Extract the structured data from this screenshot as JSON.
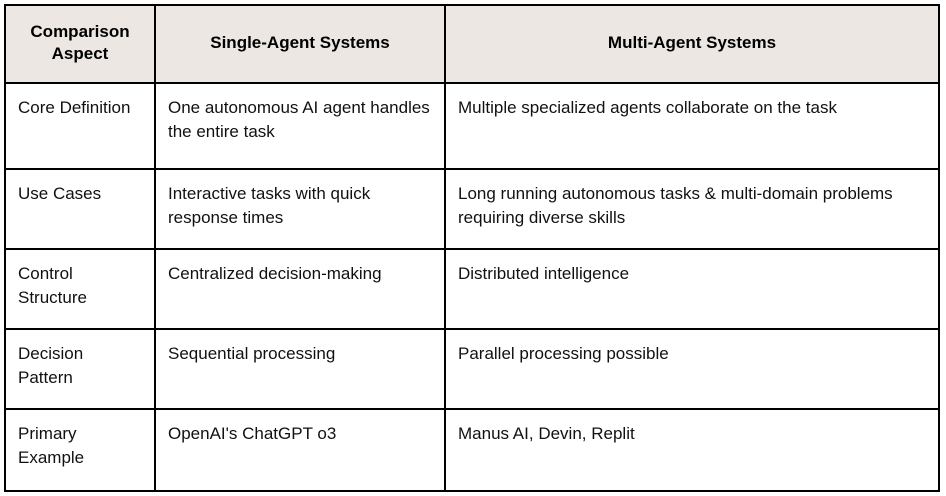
{
  "table": {
    "columns": [
      {
        "key": "aspect",
        "label": "Comparison Aspect"
      },
      {
        "key": "single",
        "label": "Single-Agent Systems"
      },
      {
        "key": "multi",
        "label": "Multi-Agent Systems"
      }
    ],
    "rows": [
      {
        "aspect": "Core Definition",
        "single": "One autonomous AI agent handles the entire task",
        "multi": "Multiple specialized agents collaborate on the task"
      },
      {
        "aspect": "Use Cases",
        "single": "Interactive tasks with quick response times",
        "multi": "Long running autonomous tasks & multi-domain problems requiring diverse skills"
      },
      {
        "aspect": "Control Structure",
        "single": "Centralized decision-making",
        "multi": "Distributed intelligence"
      },
      {
        "aspect": "Decision Pattern",
        "single": "Sequential processing",
        "multi": "Parallel processing possible"
      },
      {
        "aspect": "Primary Example",
        "single": "OpenAI's ChatGPT o3",
        "multi": "Manus AI, Devin, Replit"
      }
    ]
  },
  "colors": {
    "header_background": "#ECE7E2",
    "border": "#000000",
    "cell_background": "#FFFFFF",
    "text": "#111111"
  }
}
